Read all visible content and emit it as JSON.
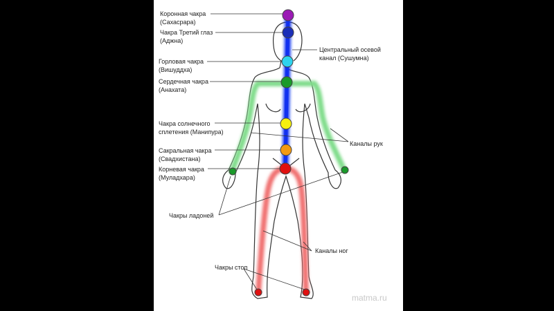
{
  "labels": {
    "crown": [
      "Коронная чакра",
      "(Сахасрара)"
    ],
    "third_eye": [
      "Чакра Третий глаз",
      "(Аджна)"
    ],
    "throat": [
      "Горловая чакра",
      "(Вишуддха)"
    ],
    "heart": [
      "Сердечная чакра",
      "(Анахата)"
    ],
    "solar": [
      "Чакра солнечного",
      "сплетения (Манипура)"
    ],
    "sacral": [
      "Сакральная чакра",
      "(Свадхистана)"
    ],
    "root": [
      "Корневая чакра",
      "(Муладхара)"
    ],
    "central": [
      "Центральный осевой",
      "канал (Сушумна)"
    ],
    "arms": "Каналы рук",
    "palms": "Чакры ладоней",
    "legs": "Каналы ног",
    "feet": "Чакры стоп"
  },
  "watermark": "matma.ru",
  "colors": {
    "crown": "#9b1bb5",
    "third_eye": "#1b2fb8",
    "throat": "#2ed3ee",
    "heart": "#1a9a2a",
    "solar": "#f5ef10",
    "sacral": "#f39a12",
    "root": "#e01010",
    "central_channel": "#1030f0",
    "arm_channels": "#7fdc8a",
    "leg_channels": "#f07070"
  }
}
